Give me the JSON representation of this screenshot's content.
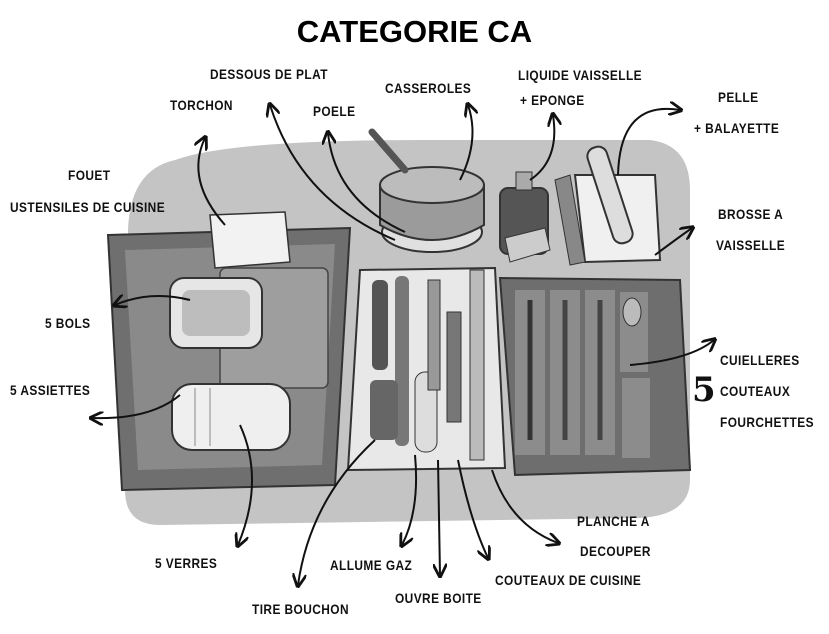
{
  "title": "CATEGORIE CA",
  "labels": {
    "dessous_de_plat": "DESSOUS DE PLAT",
    "torchon": "TORCHON",
    "poele": "POELE",
    "casseroles": "CASSEROLES",
    "liquide_vaisselle": "LIQUIDE VAISSELLE",
    "eponge": "+ EPONGE",
    "pelle": "PELLE",
    "balayette": "+ BALAYETTE",
    "fouet": "FOUET",
    "ustensiles": "USTENSILES DE CUISINE",
    "brosse_a": "BROSSE A",
    "vaisselle": "VAISSELLE",
    "bols": "5 BOLS",
    "assiettes": "5 ASSIETTES",
    "count_5": "5",
    "cuilleres": "CUIELLERES",
    "couteaux": "COUTEAUX",
    "fourchettes": "FOURCHETTES",
    "verres": "5 VERRES",
    "tire_bouchon": "TIRE BOUCHON",
    "allume_gaz": "ALLUME GAZ",
    "ouvre_boite": "OUVRE BOITE",
    "planche_a": "PLANCHE A",
    "decouper": "DECOUPER",
    "couteaux_cuisine": "COUTEAUX DE CUISINE"
  }
}
